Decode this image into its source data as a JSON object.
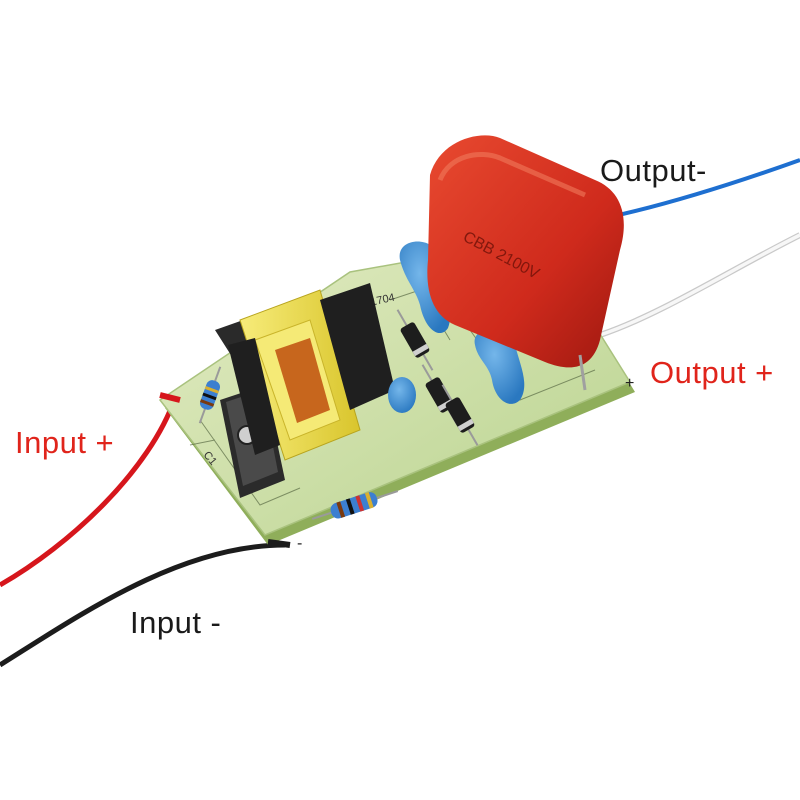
{
  "labels": {
    "output_negative": "Output-",
    "output_positive": "Output +",
    "input_positive": "Input +",
    "input_negative": "Input -"
  },
  "board_markings": {
    "board_code": "O:1704",
    "capacitor_print": "CBB 2100V",
    "capacitor_label_c1": "C1",
    "terminal_plus": "+",
    "terminal_minus": "-"
  },
  "colors": {
    "background": "#ffffff",
    "label_dark": "#1a1a1a",
    "label_red": "#e0241b",
    "wire_red": "#d6161c",
    "wire_black": "#1c1c1c",
    "wire_blue": "#1e6fd0",
    "wire_white": "#f4f4f4",
    "pcb_green": "#d4e3b0",
    "capacitor_red": "#d22a1e",
    "ceramic_blue": "#3d8fd6",
    "transformer_yellow": "#f2e24a"
  }
}
